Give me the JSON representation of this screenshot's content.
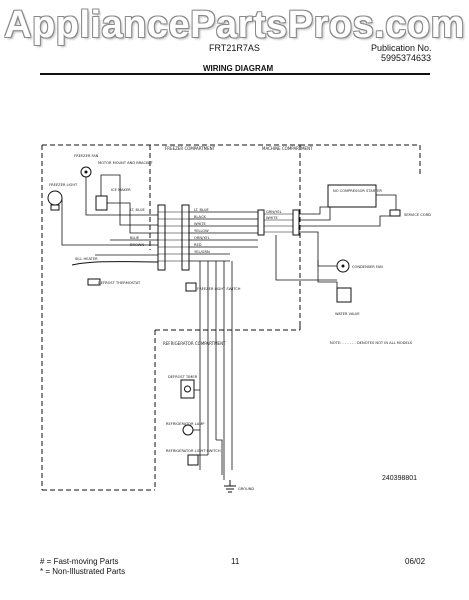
{
  "watermark": "AppliancePartsPros.com",
  "header": {
    "model": "FRT21R7AS",
    "pub_label": "Publication No.",
    "pub_number": "5995374633",
    "title": "WIRING DIAGRAM"
  },
  "diagram": {
    "freezer_compartment": "FREEZER COMPARTMENT",
    "machine_compartment": "MACHINE COMPARTMENT",
    "refrigerator_compartment": "REFRIGERATOR COMPARTMENT",
    "note": "NOTE: - - - - - - DENOTES NOT IN ALL MODELS",
    "code": "240398801",
    "labels": {
      "freezer_fan": "FREEZER FAN",
      "motor_mount": "MOTOR MOUNT AND BRACKET",
      "ice_maker": "ICE MAKER",
      "freezer_light": "FREEZER LIGHT",
      "sill_heater": "SILL HEATER",
      "defrost_thermostat": "DEFROST THERMOSTAT",
      "freezer_light_switch": "FREEZER LIGHT SWITCH",
      "compressor": "NO COMPRESSOR STARTER",
      "service_cord": "SERVICE CORD",
      "condenser_fan": "CONDENSER FAN",
      "water_valve": "WATER VALVE",
      "defrost_timer": "DEFROST TIMER",
      "refrig_lamp": "REFRIGERATOR LAMP",
      "refrig_light_switch": "REFRIGERATOR LIGHT SWITCH",
      "ground": "GROUND",
      "wire_colors": [
        "LT. BLUE",
        "LT. BLUE",
        "BLACK",
        "WHITE",
        "YELLOW",
        "ORN/YEL",
        "RED",
        "YEL/GRN",
        "BLUE",
        "BROWN",
        "GRN/YEL",
        "WHITE"
      ]
    }
  },
  "footer": {
    "legend_1": "# = Fast-moving Parts",
    "legend_2": "* = Non-Illustrated Parts",
    "page": "11",
    "date": "06/02"
  }
}
